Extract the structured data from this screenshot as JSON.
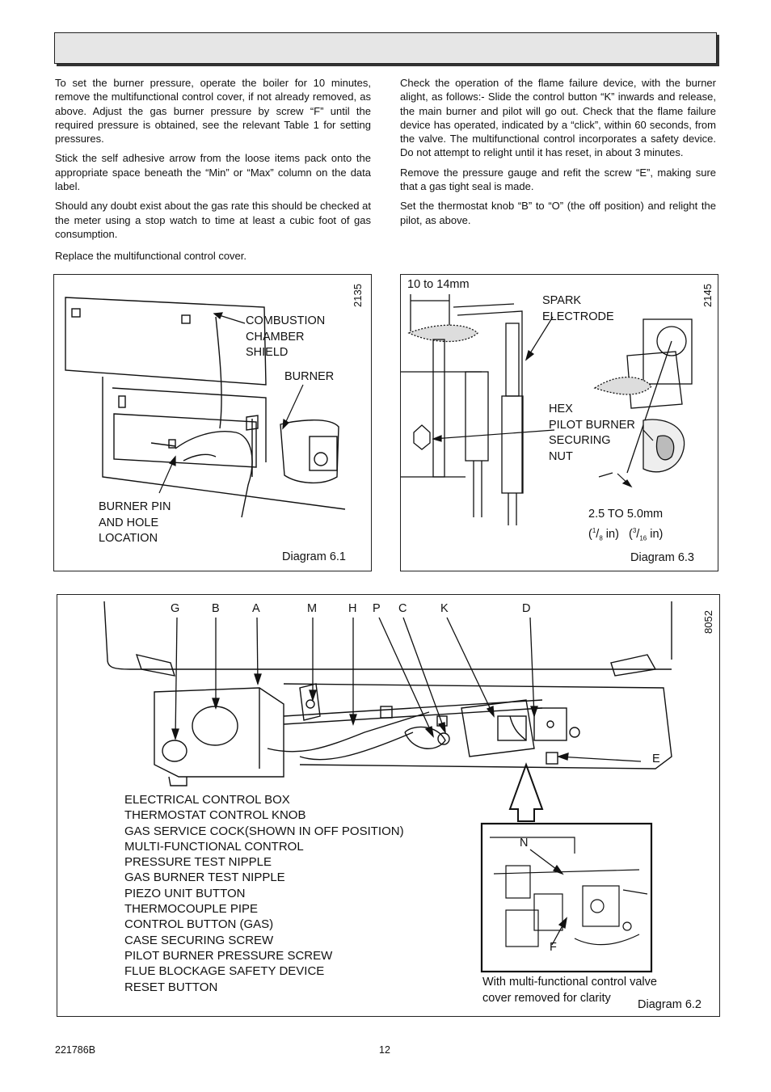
{
  "left_column": [
    "To set the burner pressure, operate the boiler for 10 minutes, remove the multifunctional control cover, if not already removed, as above.  Adjust the gas burner pressure by screw “F” until the required pressure is obtained, see the relevant Table 1 for setting pressures.",
    "Stick the self adhesive arrow from the loose items pack onto the appropriate space beneath the “Min” or “Max” column on the data label.",
    "Should any doubt exist about the gas rate this should be checked at the meter using a stop watch to time at least a cubic foot of gas consumption.",
    "Replace the multifunctional control cover."
  ],
  "right_column": [
    "Check the operation of the flame failure device, with the burner alight, as follows:-  Slide the control button “K” inwards and release, the main burner and pilot will go out.  Check that the flame failure device has operated, indicated by a “click”, within 60 seconds, from the valve.  The multifunctional control incorporates a safety device. Do not attempt to relight until it has reset, in about 3 minutes.",
    "Remove the pressure gauge and refit the screw “E”, making sure that a gas tight seal is made.",
    "Set the thermostat knob “B” to “O” (the off position) and relight the pilot, as above."
  ],
  "diagram_6_1": {
    "number": "2135",
    "labels": {
      "combustion": "COMBUSTION\nCHAMBER\nSHIELD",
      "burner": "BURNER",
      "pin": "BURNER PIN\nAND HOLE\nLOCATION"
    },
    "caption": "Diagram  6.1"
  },
  "diagram_6_3": {
    "number": "2145",
    "labels": {
      "gap": "10 to 14mm",
      "spark": "SPARK\nELECTRODE",
      "hex": "HEX\nPILOT BURNER\nSECURING\nNUT",
      "range": "2.5 TO 5.0mm",
      "range_in_1": "(",
      "range_in_sup1": "1",
      "range_in_slash1": "/",
      "range_in_sub1": "8",
      "range_in_2": " in)   (",
      "range_in_sup2": "3",
      "range_in_slash2": "/",
      "range_in_sub2": "16",
      "range_in_3": " in)"
    },
    "caption": "Diagram  6.3"
  },
  "diagram_6_2": {
    "number": "8052",
    "letters": [
      "G",
      "B",
      "A",
      "M",
      "H",
      "P",
      "C",
      "K",
      "D"
    ],
    "letter_e": "E",
    "letter_n": "N",
    "letter_f": "F",
    "legend": [
      "ELECTRICAL CONTROL BOX",
      "THERMOSTAT CONTROL KNOB",
      "GAS SERVICE COCK(SHOWN IN OFF POSITION)",
      "MULTI-FUNCTIONAL CONTROL",
      "PRESSURE TEST NIPPLE",
      "GAS BURNER TEST NIPPLE",
      "PIEZO UNIT BUTTON",
      "THERMOCOUPLE PIPE",
      "CONTROL BUTTON (GAS)",
      "CASE SECURING SCREW",
      "PILOT BURNER PRESSURE SCREW",
      "FLUE BLOCKAGE SAFETY DEVICE",
      "RESET BUTTON"
    ],
    "inset_caption": "With multi-functional control valve\ncover removed for clarity",
    "caption": "Diagram 6.2"
  },
  "footer": {
    "doc_code": "221786B",
    "page": "12"
  }
}
